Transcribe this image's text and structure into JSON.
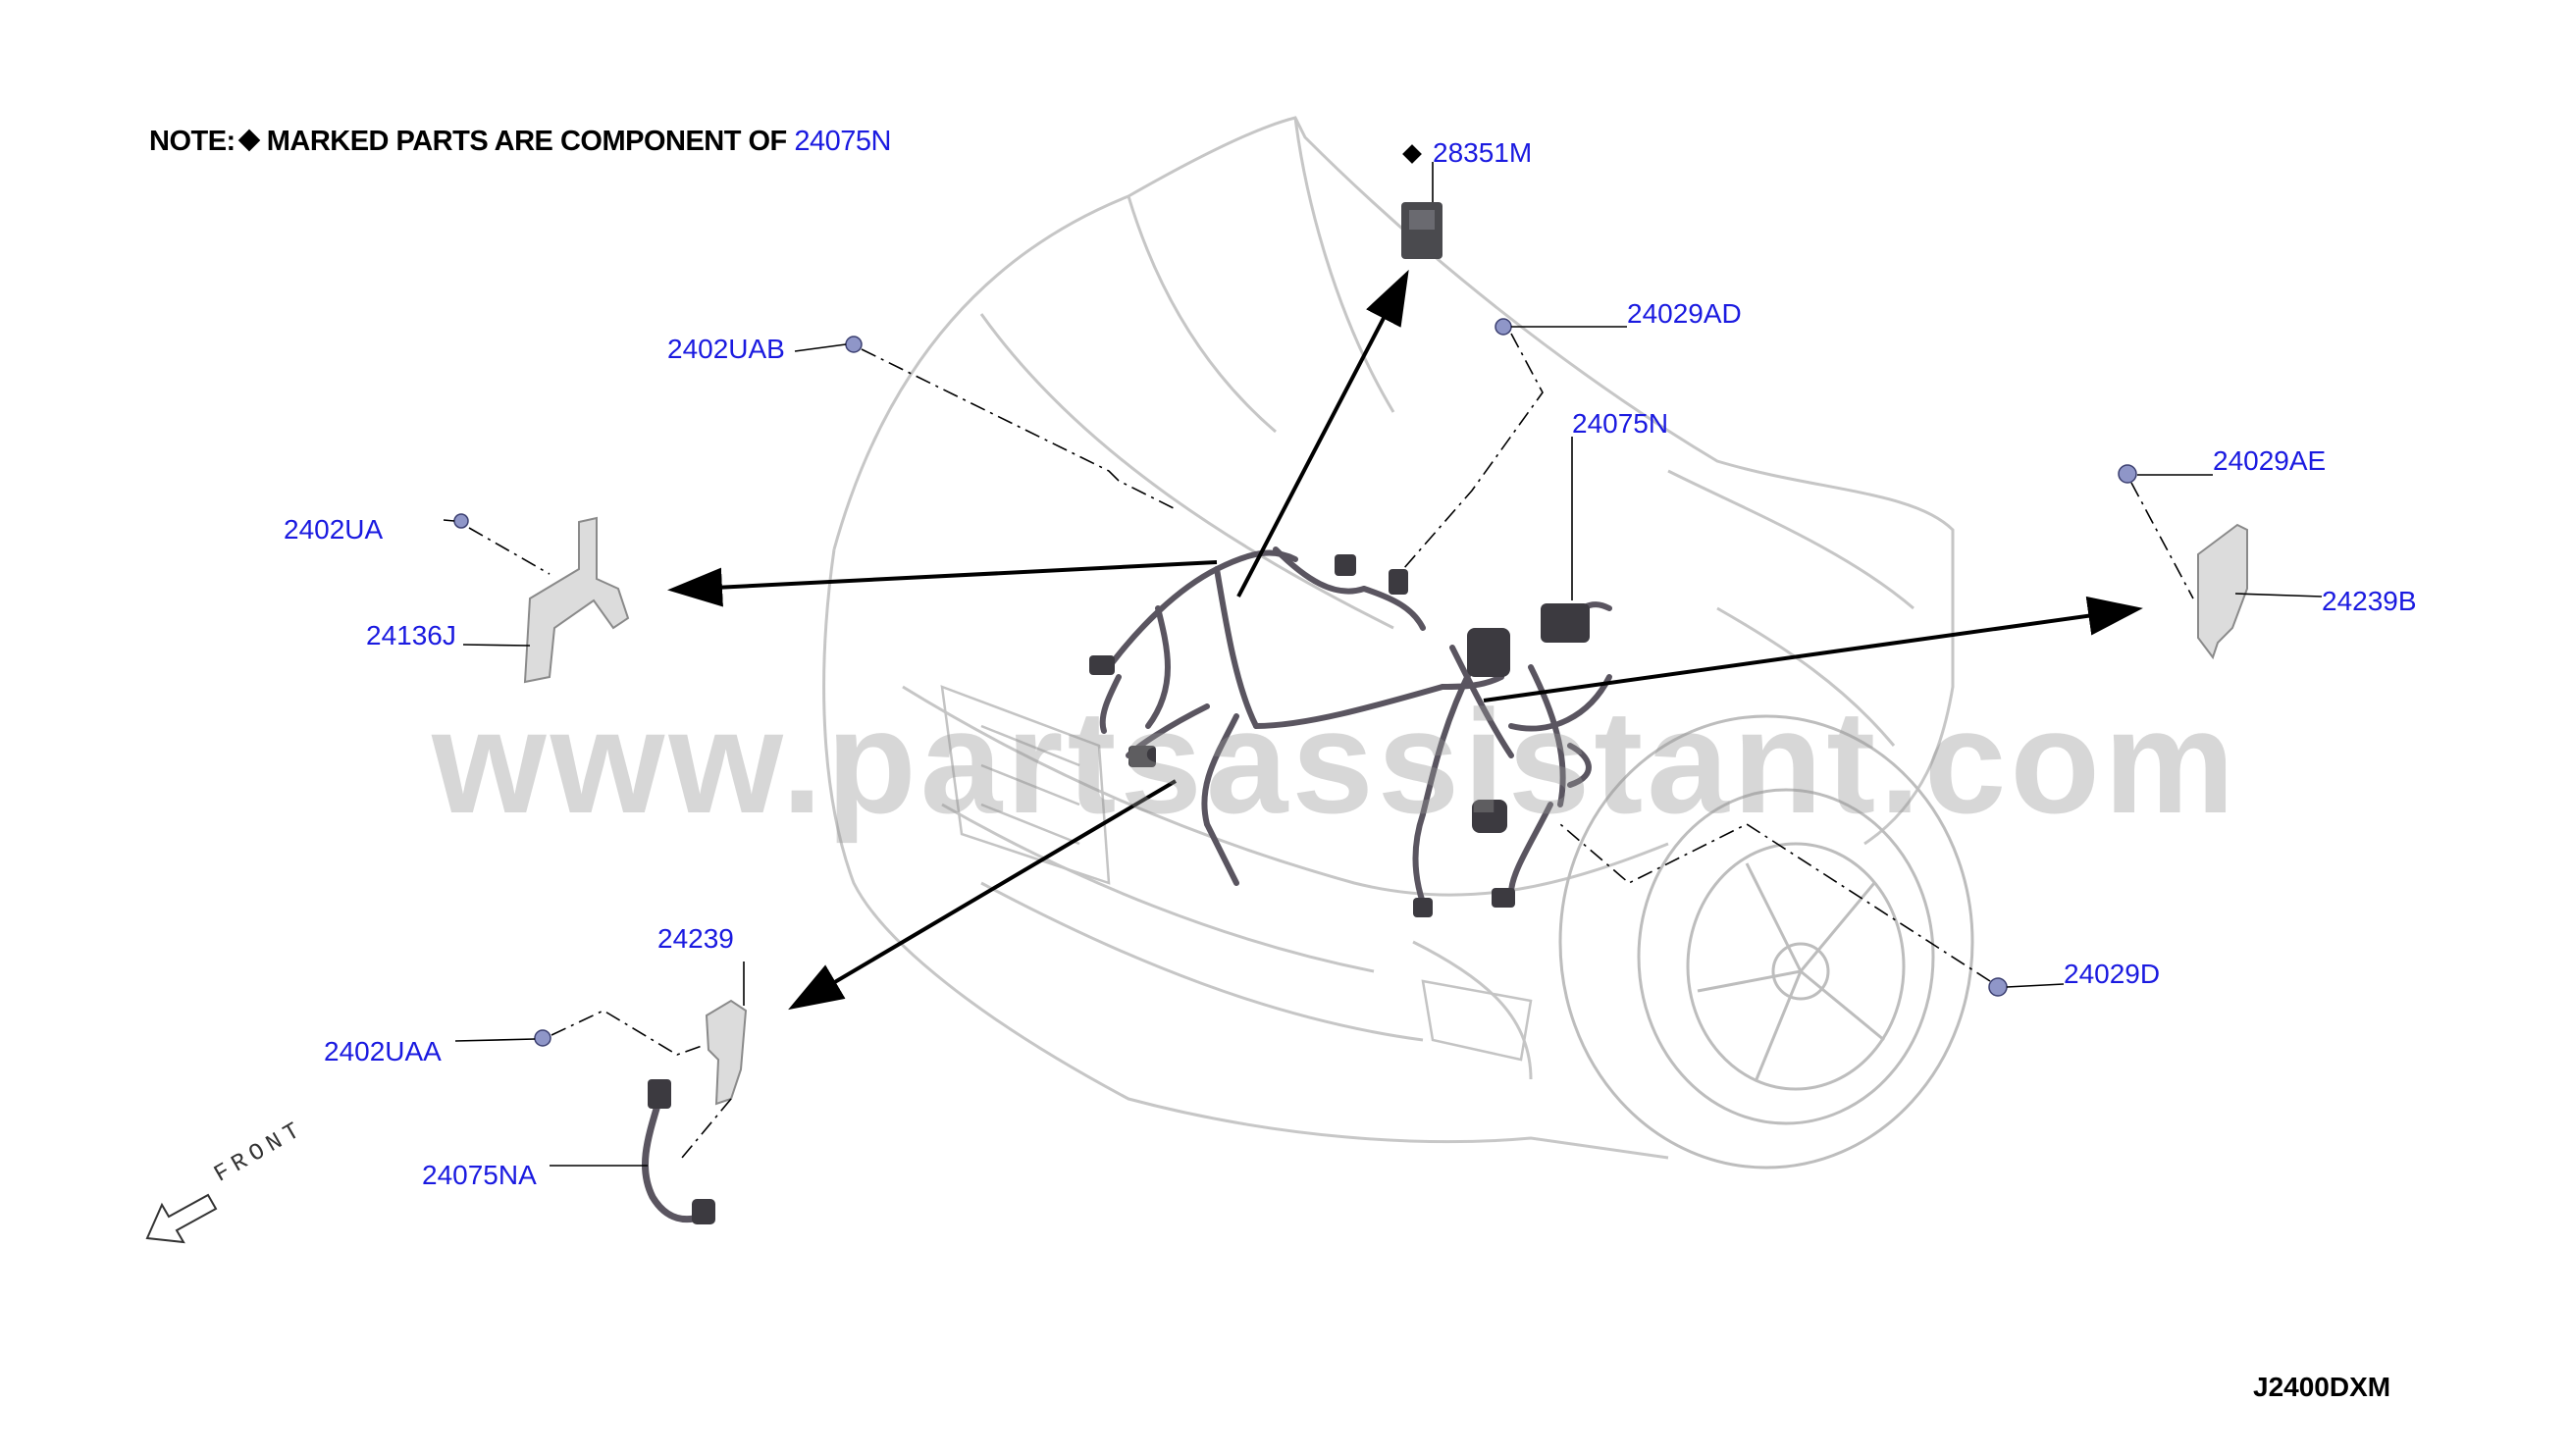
{
  "note": {
    "prefix": "NOTE:",
    "text": "MARKED PARTS ARE COMPONENT OF",
    "reference": "24075N"
  },
  "parts": [
    {
      "id": "28351M",
      "marked": true
    },
    {
      "id": "24029AD",
      "marked": false
    },
    {
      "id": "2402UAB",
      "marked": false
    },
    {
      "id": "24075N",
      "marked": false
    },
    {
      "id": "24029AE",
      "marked": false
    },
    {
      "id": "2402UA",
      "marked": false
    },
    {
      "id": "24239B",
      "marked": false
    },
    {
      "id": "24136J",
      "marked": false
    },
    {
      "id": "24239",
      "marked": false
    },
    {
      "id": "2402UAA",
      "marked": false
    },
    {
      "id": "24029D",
      "marked": false
    },
    {
      "id": "24075NA",
      "marked": false
    }
  ],
  "watermark": "www.partsassistant.com",
  "front_label": "FRONT",
  "diagram_code": "J2400DXM",
  "colors": {
    "label": "#1a1ae0",
    "leader": "#000000",
    "car_outline": "#b8b8b8",
    "harness": "#5a5560"
  }
}
